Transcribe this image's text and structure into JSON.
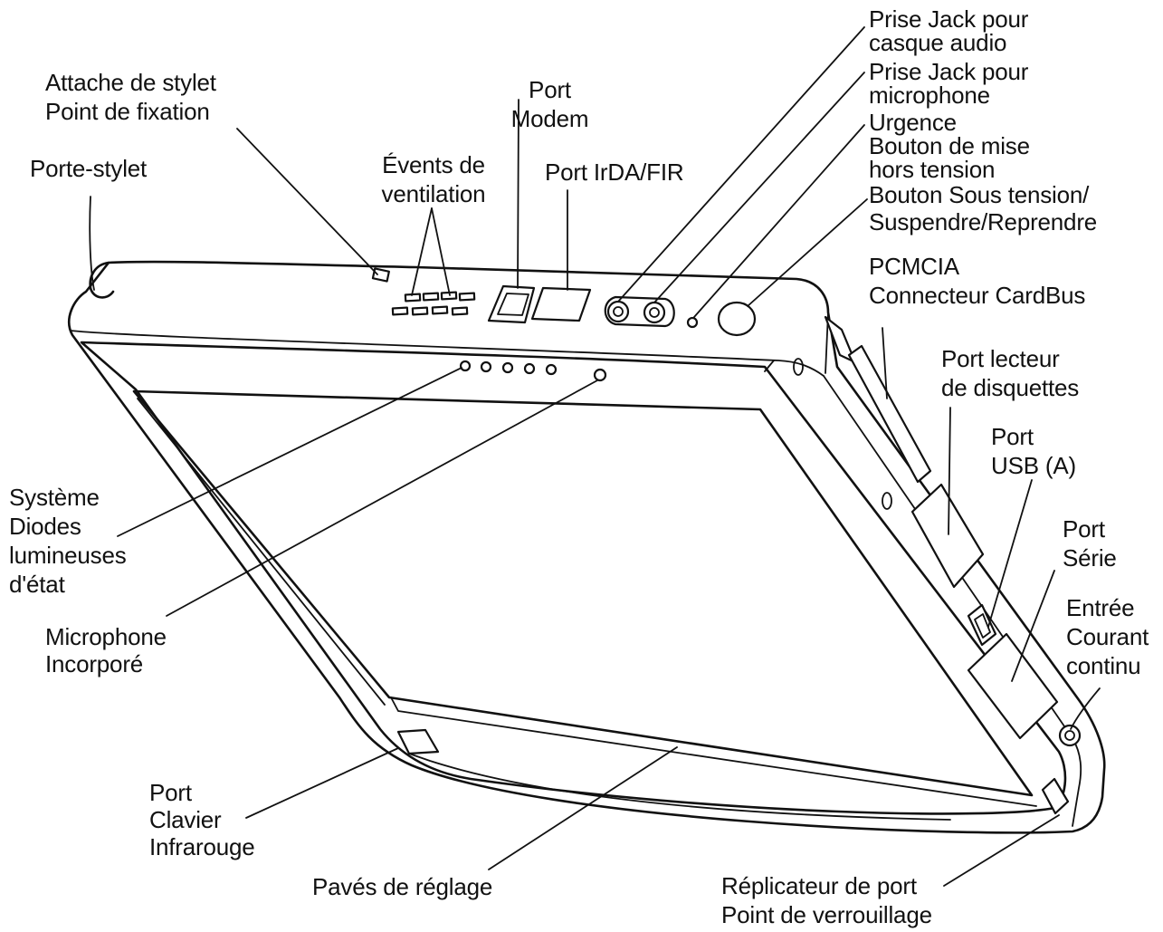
{
  "labels": {
    "prise_jack_casque": "Prise Jack pour\ncasque audio",
    "prise_jack_micro": "Prise Jack pour\nmicrophone",
    "urgence": "Urgence\nBouton de mise\nhors tension",
    "bouton_sous_tension": "Bouton Sous tension/\nSuspendre/Reprendre",
    "pcmcia": "PCMCIA\nConnecteur CardBus",
    "port_disquettes": "Port lecteur\nde disquettes",
    "port_usb": "Port\nUSB (A)",
    "port_serie": "Port\nSérie",
    "entree_courant": "Entrée\nCourant\ncontinu",
    "attache_stylet": "Attache de stylet\nPoint de fixation",
    "port_modem": "Port\nModem",
    "events_ventilation": "Évents de\nventilation",
    "port_irda": "Port IrDA/FIR",
    "porte_stylet": "Porte-stylet",
    "diodes_etat": "Système\nDiodes\nlumineuses\nd'état",
    "microphone_incorpore": "Microphone\nIncorporé",
    "port_clavier": "Port\nClavier\nInfrarouge",
    "paves_reglage": "Pavés de réglage",
    "replicateur_port": "Réplicateur de port\nPoint de verrouillage"
  }
}
